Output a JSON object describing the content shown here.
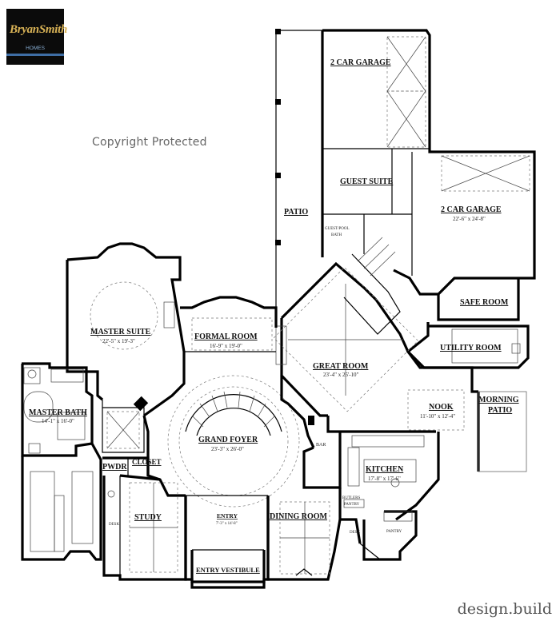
{
  "logo": {
    "brand": "BryanSmith",
    "sub": "HOMES"
  },
  "copyright": "Copyright Protected",
  "watermark": "design.build",
  "rooms": {
    "garage_top": {
      "name": "2 CAR GARAGE"
    },
    "garage_right": {
      "name": "2 CAR GARAGE",
      "dim": "22'-6\" x 24'-8\""
    },
    "guest_suite": {
      "name": "GUEST SUITE"
    },
    "guest_bath": {
      "line1": "GUEST/POOL",
      "line2": "BATH"
    },
    "patio": {
      "name": "PATIO"
    },
    "safe_room": {
      "name": "SAFE ROOM"
    },
    "utility_room": {
      "name": "UTILITY ROOM"
    },
    "master_suite": {
      "name": "MASTER SUITE",
      "dim": "22'-5\" x 19'-3\""
    },
    "formal_room": {
      "name": "FORMAL ROOM",
      "dim": "16'-9\" x 19'-0\""
    },
    "great_room": {
      "name": "GREAT ROOM",
      "dim": "23'-4\" x 25'-10\""
    },
    "master_bath": {
      "name": "MASTER BATH",
      "dim": "14'-1\" x 16'-0\""
    },
    "grand_foyer": {
      "name": "GRAND FOYER",
      "dim": "23'-3\" x 26'-0\""
    },
    "nook": {
      "name": "NOOK",
      "dim": "11'-10\" x 12'-4\""
    },
    "morning_patio": {
      "line1": "MORNING",
      "line2": "PATIO"
    },
    "bar": {
      "name": "BAR"
    },
    "pwdr": {
      "name": "PWDR"
    },
    "closet": {
      "name": "CLOSET"
    },
    "kitchen": {
      "name": "KITCHEN",
      "dim": "17'-8\" x 17'-6\""
    },
    "butlers_pantry": {
      "line1": "BUTLERS",
      "line2": "PANTRY"
    },
    "study": {
      "name": "STUDY",
      "desk": "DESK"
    },
    "entry": {
      "name": "ENTRY",
      "dim": "7'-3\" x 14'-8\""
    },
    "dining_room": {
      "name": "DINING ROOM"
    },
    "entry_vestibule": {
      "name": "ENTRY VESTIBULE"
    },
    "kitchen_desk": {
      "name": "DESK"
    },
    "pantry": {
      "name": "PANTRY"
    }
  }
}
